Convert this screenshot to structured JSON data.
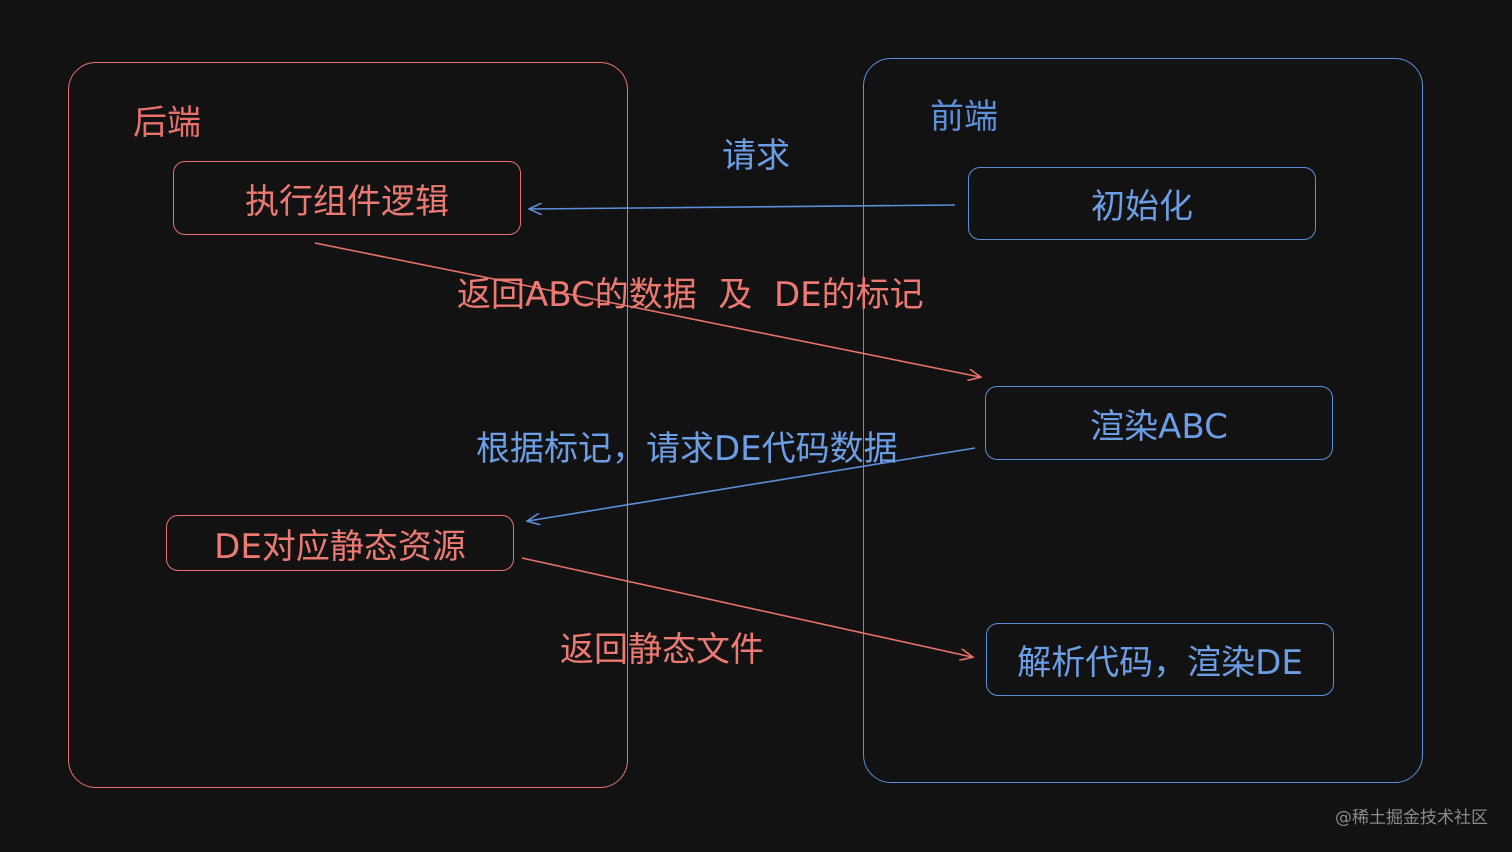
{
  "backend": {
    "title": "后端",
    "nodes": {
      "execute_logic": "执行组件逻辑",
      "de_static": "DE对应静态资源"
    }
  },
  "frontend": {
    "title": "前端",
    "nodes": {
      "init": "初始化",
      "render_abc": "渲染ABC",
      "parse_render_de": "解析代码，渲染DE"
    }
  },
  "edges": {
    "request": "请求",
    "return_abc": "返回ABC的数据  及  DE的标记",
    "request_de": "根据标记，请求DE代码数据",
    "return_static": "返回静态文件"
  },
  "colors": {
    "backend": "#e8716b",
    "frontend": "#5d8fd8",
    "background": "#121212"
  },
  "watermark": "@稀土掘金技术社区"
}
